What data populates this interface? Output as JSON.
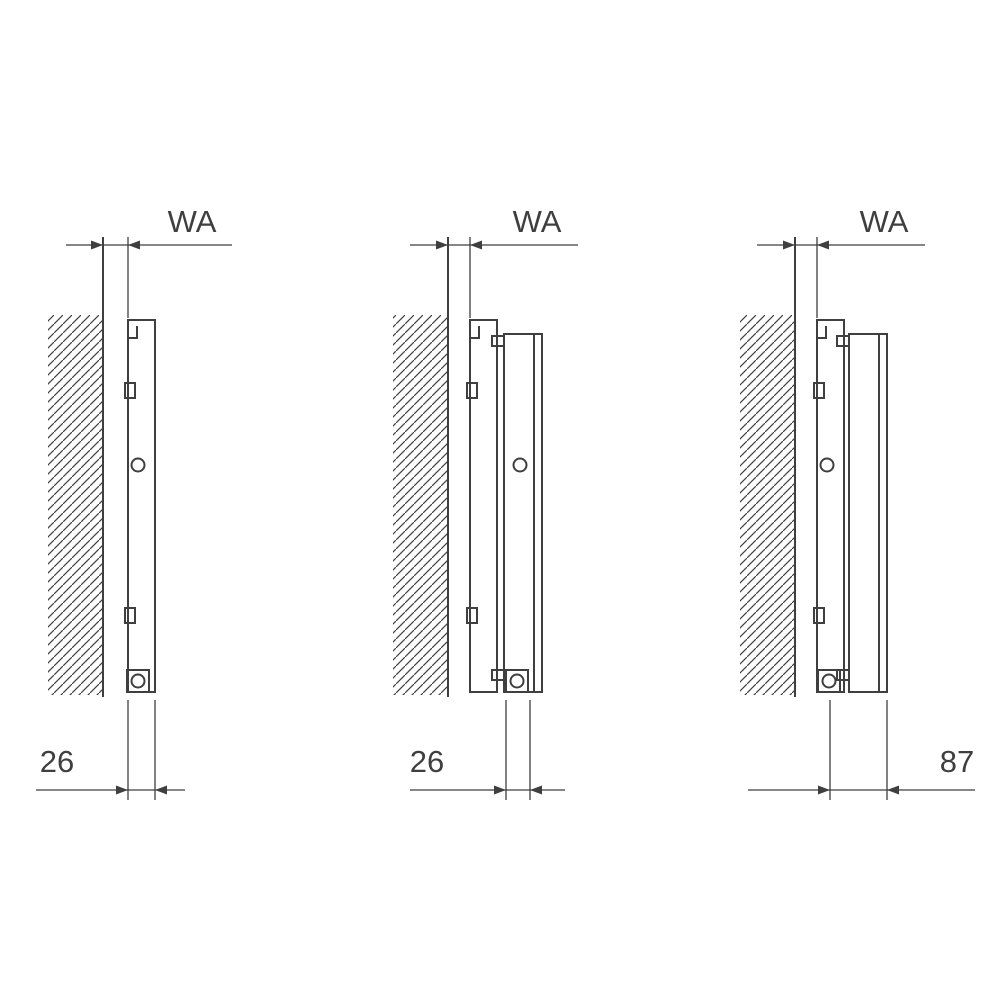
{
  "diagram": {
    "line_color": "#3f3f3f",
    "background": "#ffffff",
    "figures": [
      {
        "wall_distance_label": "WA",
        "depth_label": "26"
      },
      {
        "wall_distance_label": "WA",
        "depth_label": "26"
      },
      {
        "wall_distance_label": "WA",
        "depth_label": "87"
      }
    ]
  }
}
